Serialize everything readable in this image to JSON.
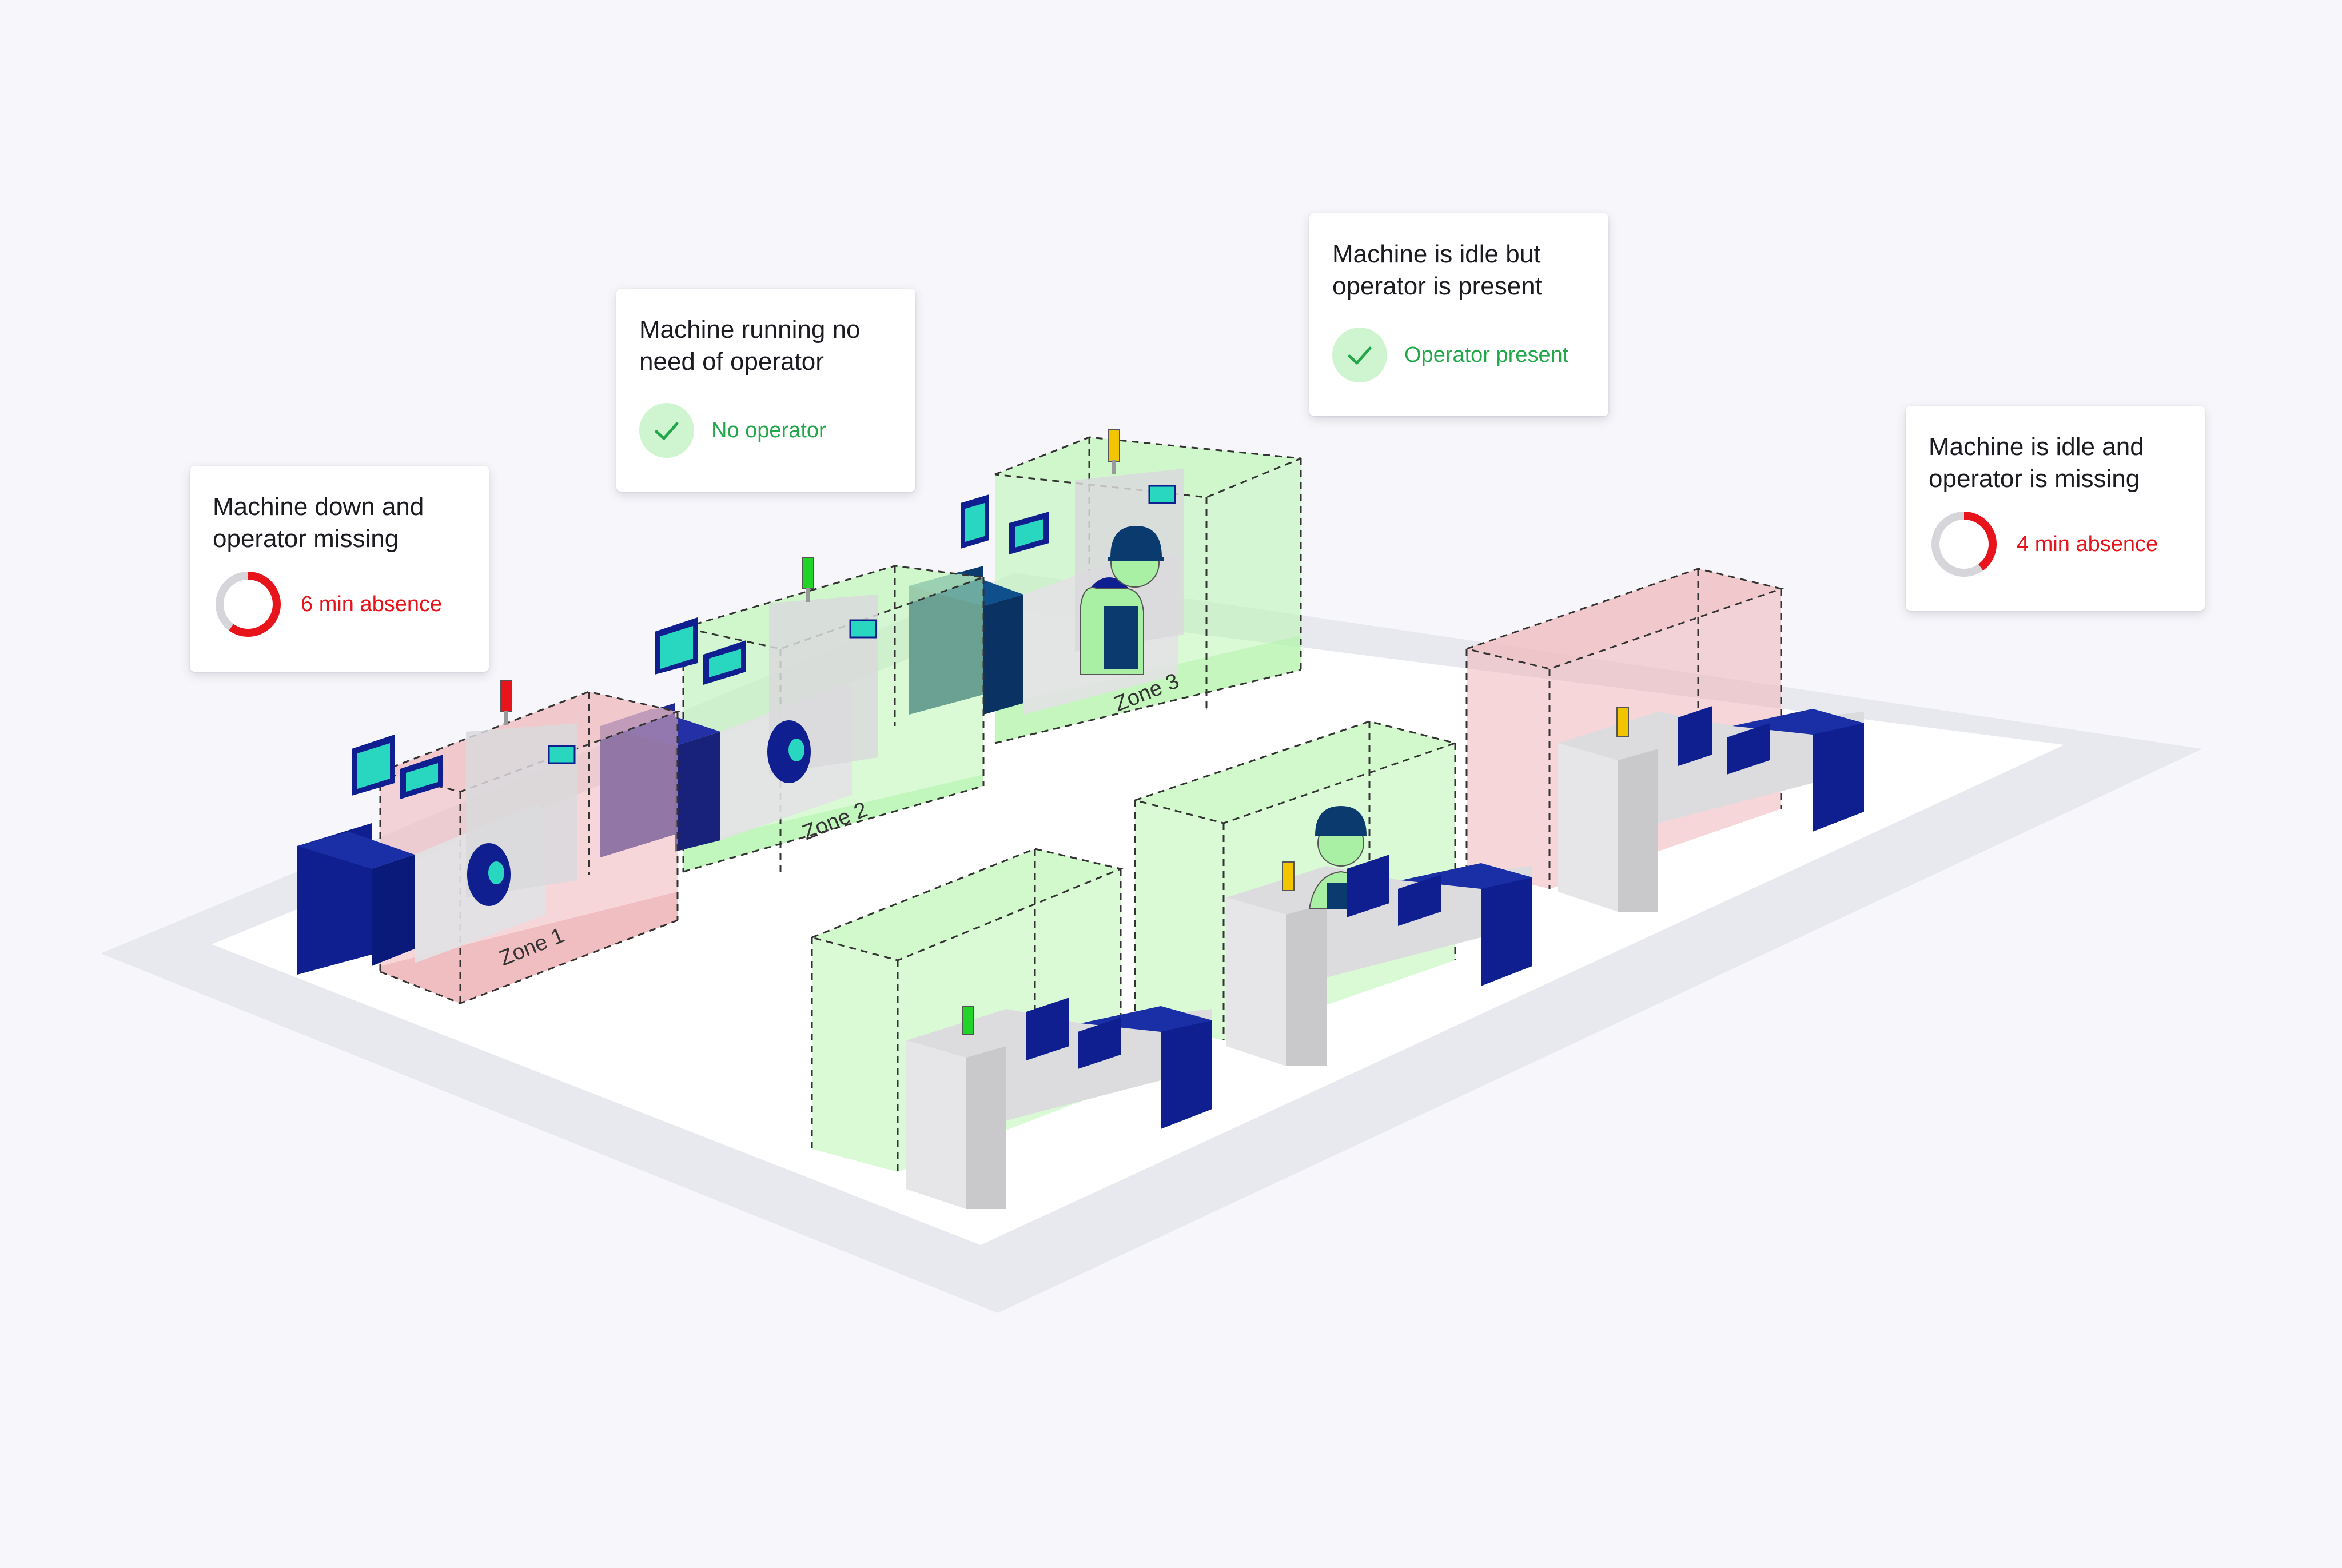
{
  "cards": [
    {
      "title": "Machine down and\noperator missing",
      "status": "6 min absence",
      "kind": "absence",
      "fraction": 0.6
    },
    {
      "title": "Machine running no\nneed of operator",
      "status": "No operator",
      "kind": "ok"
    },
    {
      "title": "Machine is idle but\noperator is present",
      "status": "Operator present",
      "kind": "ok"
    },
    {
      "title": "Machine is idle and\noperator is missing",
      "status": "4 min absence",
      "kind": "absence",
      "fraction": 0.4
    }
  ],
  "zones": [
    "Zone 1",
    "Zone 2",
    "Zone 3"
  ],
  "colors": {
    "ok": "#22a84a",
    "alert": "#e8141b",
    "machine_blue": "#0f1f8f",
    "machine_navy": "#0b3a6e",
    "screen_cyan": "#29d6c0",
    "zone_green": "#a9f0a4",
    "zone_red": "#e9a2a8",
    "light_yellow": "#f2c500"
  }
}
